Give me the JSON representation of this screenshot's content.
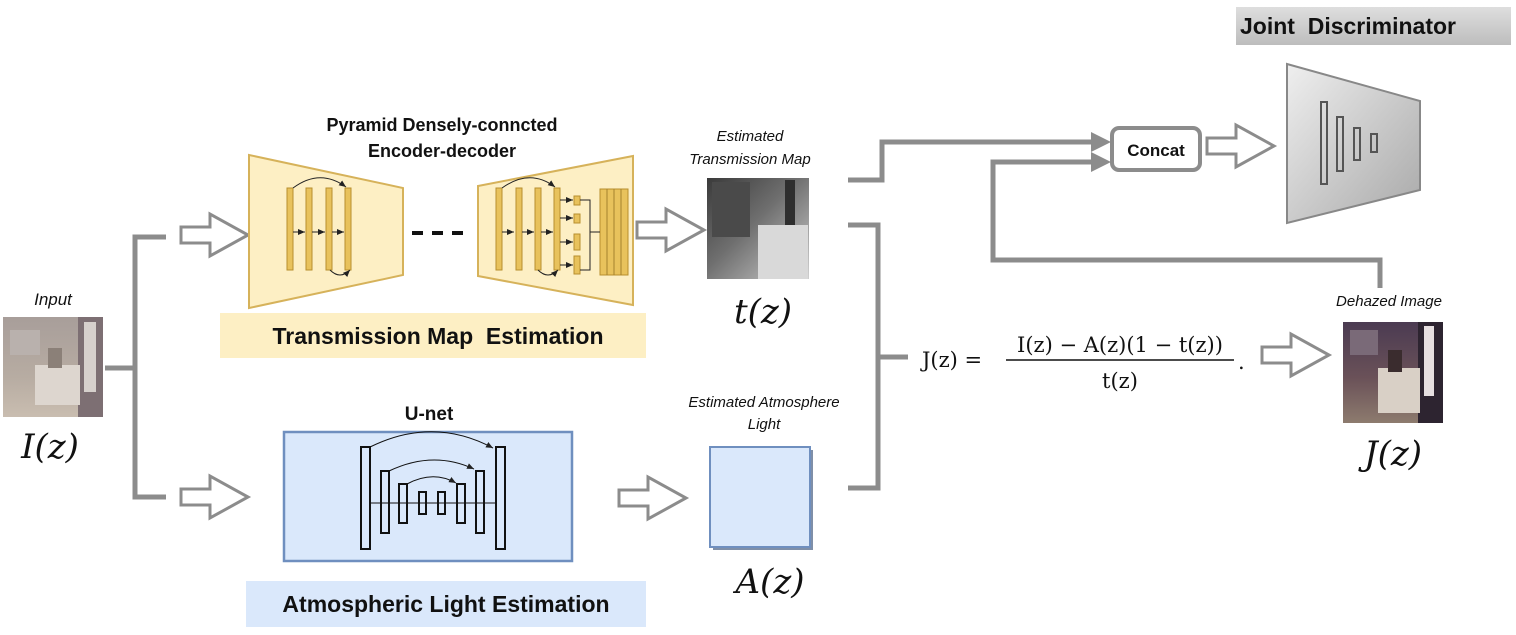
{
  "input": {
    "caption": "Input",
    "symbol": "I(z)"
  },
  "transmission": {
    "network_title_line1": "Pyramid Densely-conncted",
    "network_title_line2": "Encoder-decoder",
    "module_label": "Transmission Map  Estimation",
    "output_caption_line1": "Estimated",
    "output_caption_line2": "Transmission Map",
    "output_symbol": "t(z)"
  },
  "atmosphere": {
    "network_title": "U-net",
    "module_label": "Atmospheric Light Estimation",
    "output_caption_line1": "Estimated Atmosphere",
    "output_caption_line2": "Light",
    "output_symbol": "A(z)"
  },
  "formula": {
    "lhs": "J(z) =",
    "numerator": "I(z) − A(z)(1 − t(z))",
    "denominator": "t(z)",
    "trailing": "."
  },
  "output": {
    "caption": "Dehazed Image",
    "symbol": "J(z)"
  },
  "discriminator": {
    "title": "Joint  Discriminator",
    "concat_label": "Concat"
  },
  "colors": {
    "transmission_fill": "#fdefc4",
    "transmission_stroke": "#d6b25a",
    "transmission_layer": "#e8c25c",
    "unet_fill": "#dae8fb",
    "unet_stroke": "#6f8fbf",
    "connector": "#8c8c8c",
    "discriminator_header": "#c9c9c9"
  }
}
